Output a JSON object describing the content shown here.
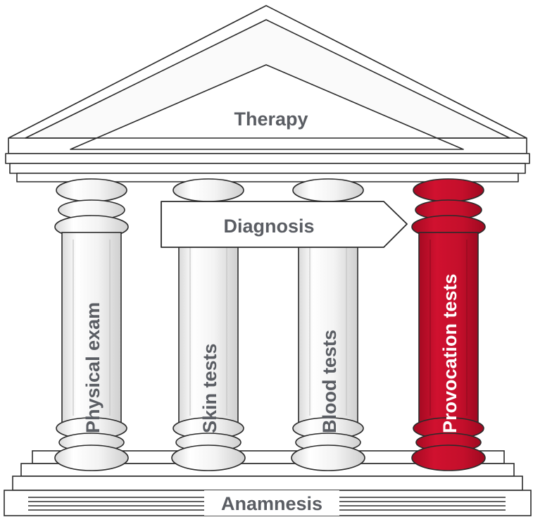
{
  "roof_label": "Therapy",
  "arrow_label": "Diagnosis",
  "base_label": "Anamnesis",
  "pillars": [
    {
      "label": "Physical exam",
      "highlighted": false
    },
    {
      "label": "Skin tests",
      "highlighted": false
    },
    {
      "label": "Blood tests",
      "highlighted": false
    },
    {
      "label": "Provocation tests",
      "highlighted": true
    }
  ],
  "colors": {
    "outline": "#2b2b2b",
    "label_gray": "#5a5d63",
    "highlight": "#c8102e",
    "white": "#ffffff"
  }
}
